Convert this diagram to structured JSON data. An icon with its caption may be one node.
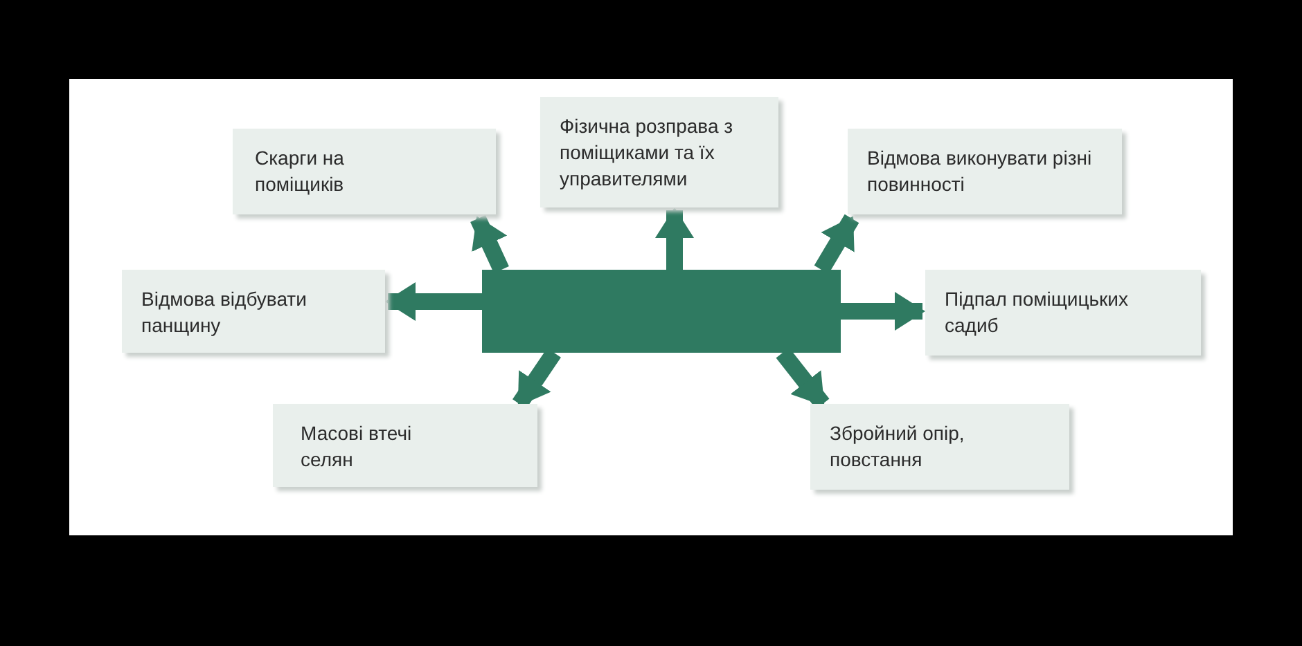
{
  "diagram": {
    "nodes": [
      {
        "text": [],
        "shape": "box"
      },
      {
        "text": [
          "Скарги на поміщиків"
        ]
      },
      {
        "text": [
          "Фізична розправа з поміщиками та їх управителями"
        ]
      },
      {
        "text": [
          "Відмова виконувати різні повинності"
        ]
      },
      {
        "text": [
          "Відмова відбувати панщину"
        ]
      },
      {
        "text": [
          "Підпал поміщицьких садиб"
        ]
      },
      {
        "text": [
          "Масові втечі селян"
        ]
      },
      {
        "text": [
          "Збройний опір, повстання"
        ]
      }
    ],
    "edges": [
      {
        "from": 0,
        "to": 1,
        "arrow": "to"
      },
      {
        "from": 0,
        "to": 2,
        "arrow": "to"
      },
      {
        "from": 0,
        "to": 3,
        "arrow": "to"
      },
      {
        "from": 0,
        "to": 4,
        "arrow": "to"
      },
      {
        "from": 0,
        "to": 5,
        "arrow": "to"
      },
      {
        "from": 0,
        "to": 6,
        "arrow": "to"
      },
      {
        "from": 0,
        "to": 7,
        "arrow": "to"
      }
    ]
  }
}
